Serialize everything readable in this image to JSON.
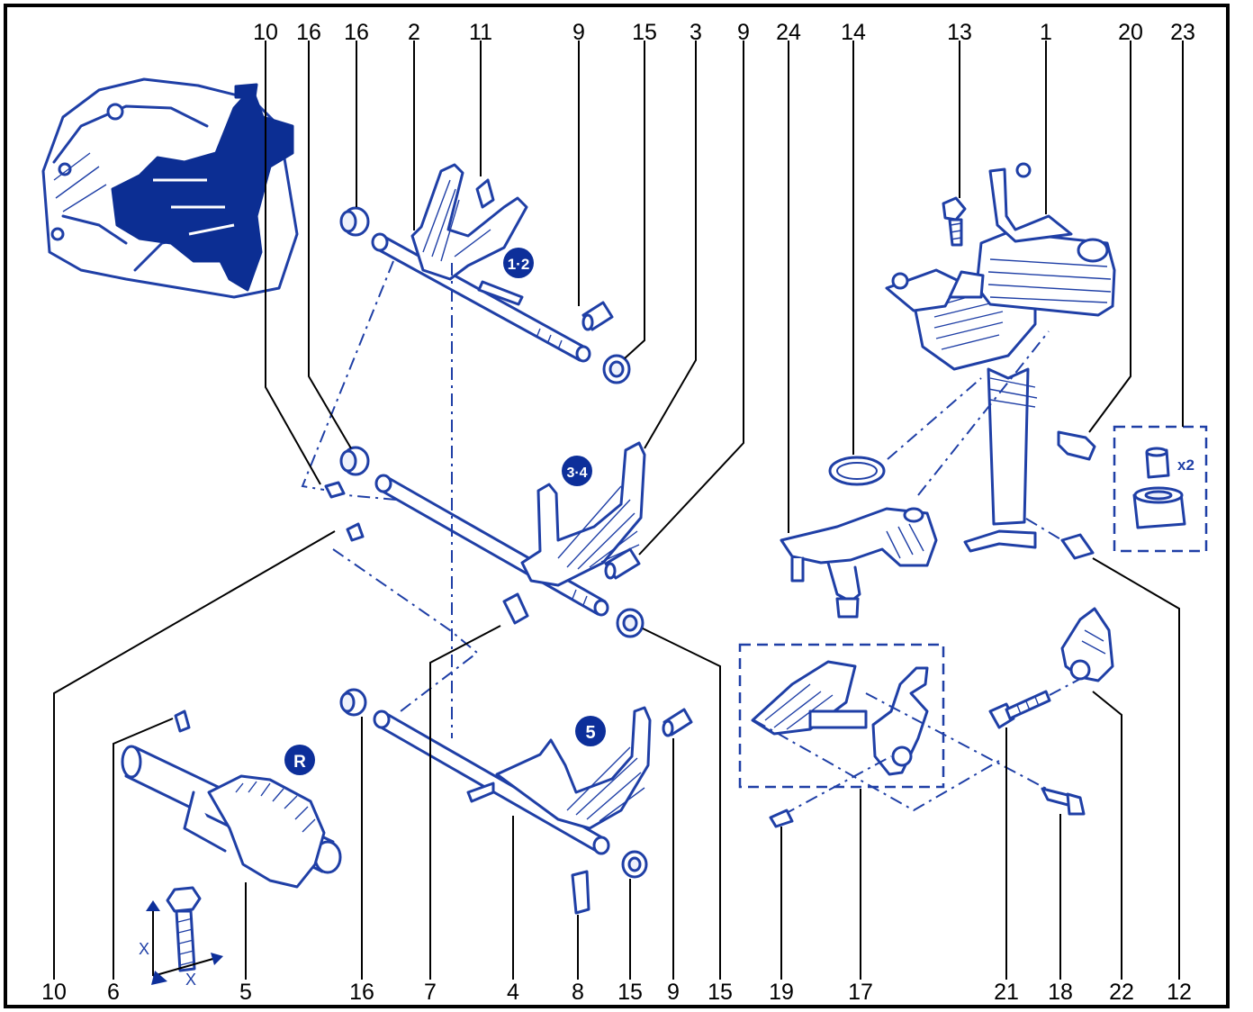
{
  "colors": {
    "line": "#1f3fa6",
    "highlight": "#0c2e93",
    "frame": "#000000"
  },
  "labels": {
    "top": [
      "10",
      "16",
      "16",
      "2",
      "11",
      "9",
      "15",
      "3",
      "9",
      "24",
      "14",
      "13",
      "1",
      "20",
      "23"
    ],
    "bottom": [
      "10",
      "6",
      "5",
      "16",
      "7",
      "4",
      "8",
      "15",
      "9",
      "15",
      "19",
      "17",
      "21",
      "18",
      "22",
      "12"
    ]
  },
  "badges": {
    "fork_1_2": "1·2",
    "fork_3_4": "3·4",
    "fork_5": "5",
    "reverse": "R"
  },
  "kit": {
    "quantity": "x2"
  },
  "bolt_dimension": {
    "label": "X"
  },
  "icons": [
    "gearbox-assembly-icon",
    "bolt-dimension-icon"
  ]
}
